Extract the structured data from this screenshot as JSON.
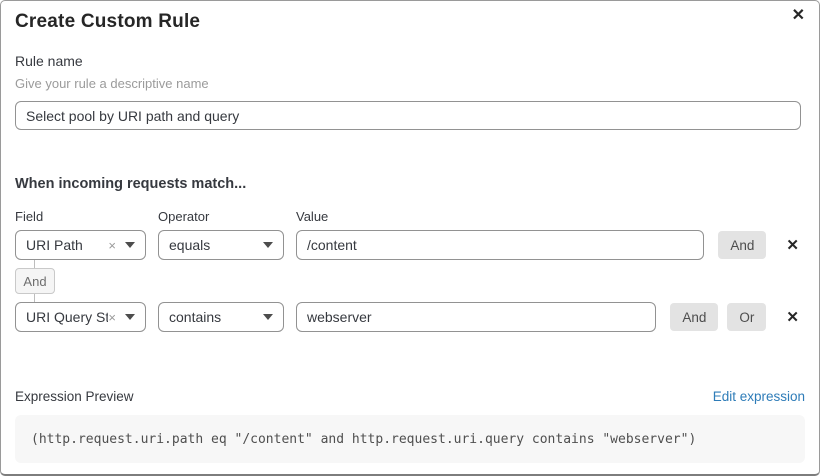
{
  "dialog": {
    "title": "Create Custom Rule"
  },
  "icons": {
    "close": "✕",
    "remove_row": "✕",
    "clear_selection": "×"
  },
  "rule_name": {
    "label": "Rule name",
    "helper": "Give your rule a descriptive name",
    "value": "Select pool by URI path and query"
  },
  "match": {
    "heading": "When incoming requests match...",
    "columns": {
      "field": "Field",
      "operator": "Operator",
      "value": "Value"
    },
    "connector_label": "And",
    "rows": [
      {
        "field": "URI Path",
        "operator": "equals",
        "value": "/content",
        "buttons": [
          "And"
        ]
      },
      {
        "field": "URI Query St...",
        "operator": "contains",
        "value": "webserver",
        "buttons": [
          "And",
          "Or"
        ]
      }
    ]
  },
  "expression": {
    "label": "Expression Preview",
    "edit_link": "Edit expression",
    "code": "(http.request.uri.path eq \"/content\" and http.request.uri.query contains \"webserver\")"
  },
  "colors": {
    "link_blue": "#2e7cb8",
    "button_gray": "#e3e3e3",
    "border_gray": "#929292",
    "code_bg": "#f7f7f7"
  }
}
